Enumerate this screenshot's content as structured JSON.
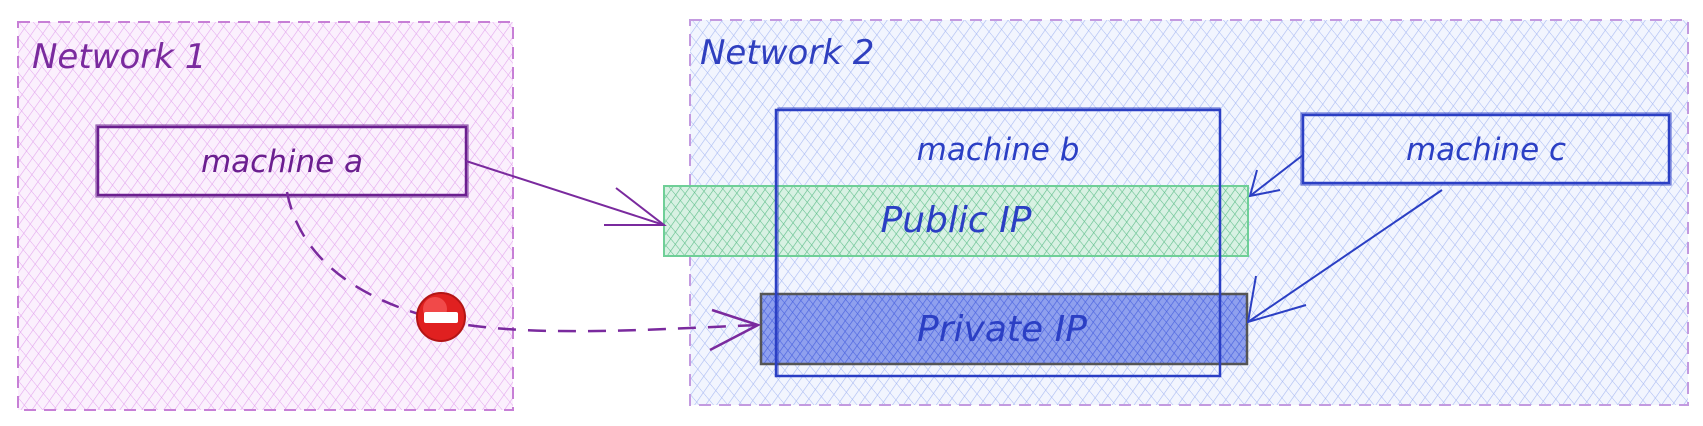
{
  "networks": [
    {
      "label": "Network 1",
      "fill": "#e8a3f0",
      "stroke": "#c77fd6",
      "text_color": "#7a2a9e"
    },
    {
      "label": "Network 2",
      "fill": "#9fb3f5",
      "stroke": "#b48ad6",
      "text_color": "#2f3fbf"
    }
  ],
  "machines": [
    {
      "label": "machine a",
      "color": "#6b1f8f"
    },
    {
      "label": "machine b",
      "color": "#2b3fc4"
    },
    {
      "label": "machine c",
      "color": "#2b3fc4"
    }
  ],
  "interfaces": [
    {
      "label": "Public IP",
      "fill": "#7fd0a6",
      "stroke": "#6fcf97",
      "text_color": "#2b3fc4"
    },
    {
      "label": "Private IP",
      "fill": "#5b73e8",
      "stroke": "#555555",
      "text_color": "#2b3fc4"
    }
  ],
  "connections": [
    {
      "from": "machine a",
      "to": "Public IP",
      "style": "solid",
      "allowed": true
    },
    {
      "from": "machine a",
      "to": "Private IP",
      "style": "dashed",
      "allowed": false,
      "marker": "no-entry-icon"
    },
    {
      "from": "machine c",
      "to": "Public IP",
      "style": "solid",
      "allowed": true
    },
    {
      "from": "machine c",
      "to": "Private IP",
      "style": "solid",
      "allowed": true
    }
  ],
  "colors": {
    "arrow_a": "#7a2a9e",
    "arrow_c": "#2b3fc4",
    "blocked": "#e02020"
  }
}
